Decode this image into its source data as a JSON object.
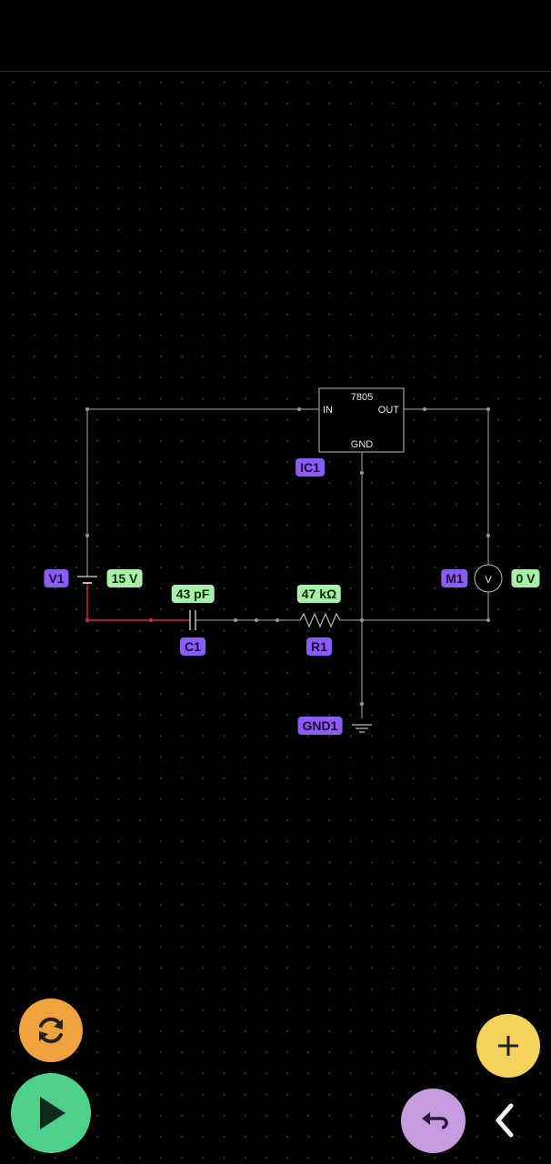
{
  "ic": {
    "part": "7805",
    "pin_in": "IN",
    "pin_out": "OUT",
    "pin_gnd": "GND",
    "name": "IC1"
  },
  "components": {
    "v1": {
      "name": "V1",
      "value": "15 V"
    },
    "c1": {
      "name": "C1",
      "value": "43 pF"
    },
    "r1": {
      "name": "R1",
      "value": "47 kΩ"
    },
    "m1": {
      "name": "M1",
      "value": "0 V",
      "symbol": "V"
    },
    "gnd1": {
      "name": "GND1"
    }
  },
  "colors": {
    "wire": "#8a8a8a",
    "active_wire": "#d62828",
    "name_badge": "#8a5cf5",
    "value_badge": "#a8f0a8",
    "sync_button": "#f0a23c",
    "play_button": "#4fd08a",
    "add_button": "#f5d25c",
    "undo_button": "#c79be0"
  },
  "controls": {
    "sync": "sync-icon",
    "play": "play-icon",
    "add": "plus-icon",
    "undo": "undo-icon",
    "back": "chevron-left-icon"
  }
}
